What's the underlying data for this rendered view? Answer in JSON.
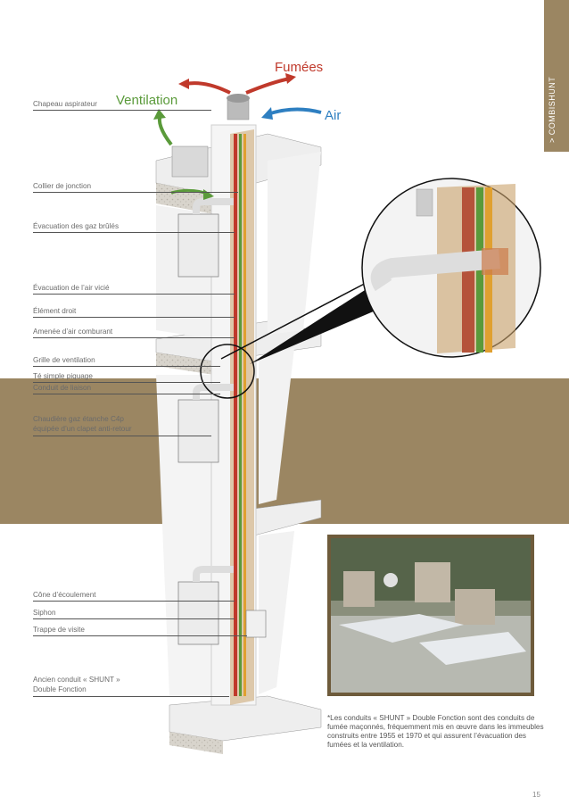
{
  "sidebar_title": "> COMBISHUNT",
  "flow_labels": {
    "fumees": "Fumées",
    "ventilation": "Ventilation",
    "air": "Air"
  },
  "labels": [
    "Chapeau aspirateur",
    "Collier de jonction",
    "Évacuation des gaz brûlés",
    "Évacuation de l’air vicié",
    "Élément droit",
    "Amenée d’air comburant",
    "Grille de ventilation",
    "Té simple piquage",
    "Conduit de liaison",
    "Chaudière gaz étanche C4p",
    "équipée d’un clapet anti-retour",
    "Cône d’écoulement",
    "Siphon",
    "Trappe de visite",
    "Ancien conduit « SHUNT »",
    "Double Fonction"
  ],
  "footnote": "*Les conduits « SHUNT » Double Fonction sont des conduits de fumée maçonnés, fréquemment mis en œuvre dans les immeubles construits entre 1955 et 1970 et qui assurent l’évacuation des fumées et la ventilation.",
  "page_number": "15",
  "colors": {
    "band": "#9b8662",
    "fumees": "#c0392b",
    "ventilation": "#5a9a3a",
    "air": "#2e7fc1"
  }
}
